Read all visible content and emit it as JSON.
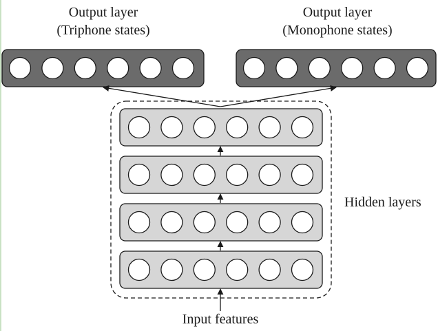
{
  "diagram": {
    "output_left": {
      "title_line1": "Output layer",
      "title_line2": "(Triphone states)",
      "units": 6
    },
    "output_right": {
      "title_line1": "Output layer",
      "title_line2": "(Monophone states)",
      "units": 6
    },
    "hidden": {
      "label": "Hidden layers",
      "layer_count": 4,
      "units_per_layer": 6
    },
    "input": {
      "label": "Input features"
    },
    "colors": {
      "output_box": "#6b6b6b",
      "hidden_box": "#d6d6d6",
      "node_fill": "#ffffff",
      "stroke": "#1a1a1a"
    }
  }
}
